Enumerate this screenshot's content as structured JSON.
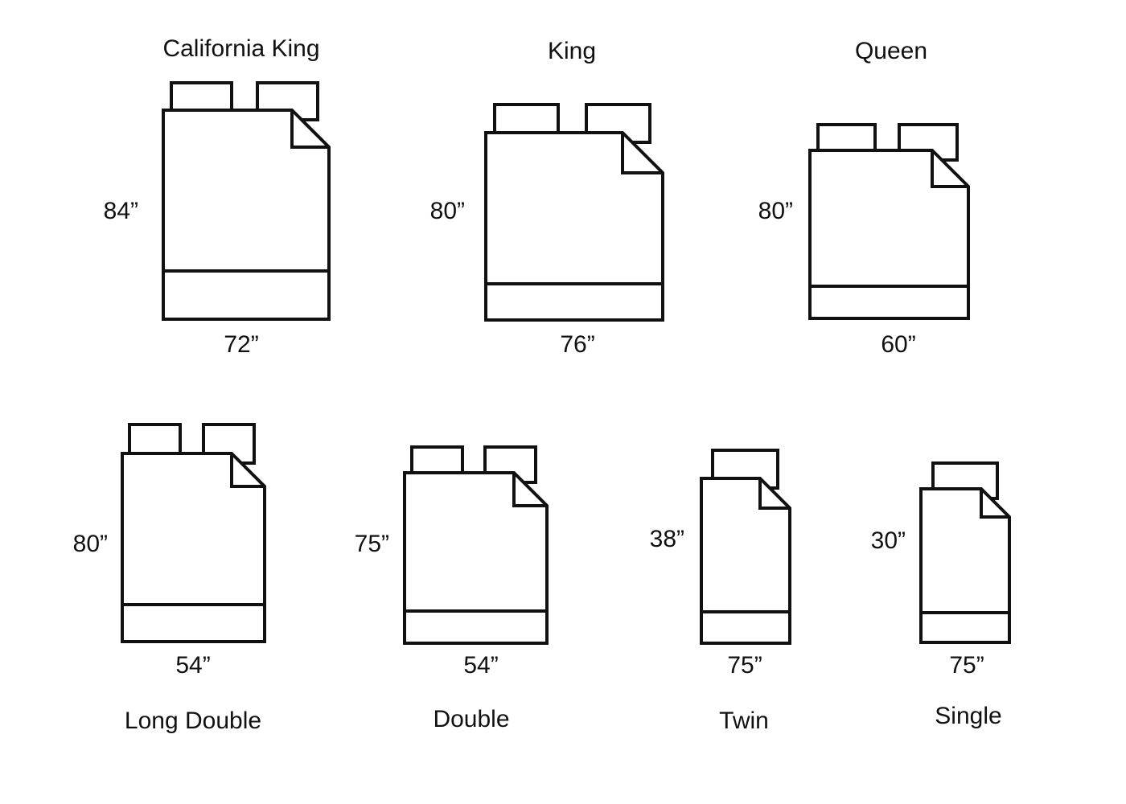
{
  "colors": {
    "stroke": "#111111",
    "background": "#ffffff"
  },
  "beds": [
    {
      "name": "California King",
      "width": "72”",
      "height": "84”",
      "pillows": 2
    },
    {
      "name": "King",
      "width": "76”",
      "height": "80”",
      "pillows": 2
    },
    {
      "name": "Queen",
      "width": "60”",
      "height": "80”",
      "pillows": 2
    },
    {
      "name": "Long Double",
      "width": "54”",
      "height": "80”",
      "pillows": 2
    },
    {
      "name": "Double",
      "width": "54”",
      "height": "75”",
      "pillows": 2
    },
    {
      "name": "Twin",
      "width": "75”",
      "height": "38”",
      "pillows": 1
    },
    {
      "name": "Single",
      "width": "75”",
      "height": "30”",
      "pillows": 1
    }
  ]
}
